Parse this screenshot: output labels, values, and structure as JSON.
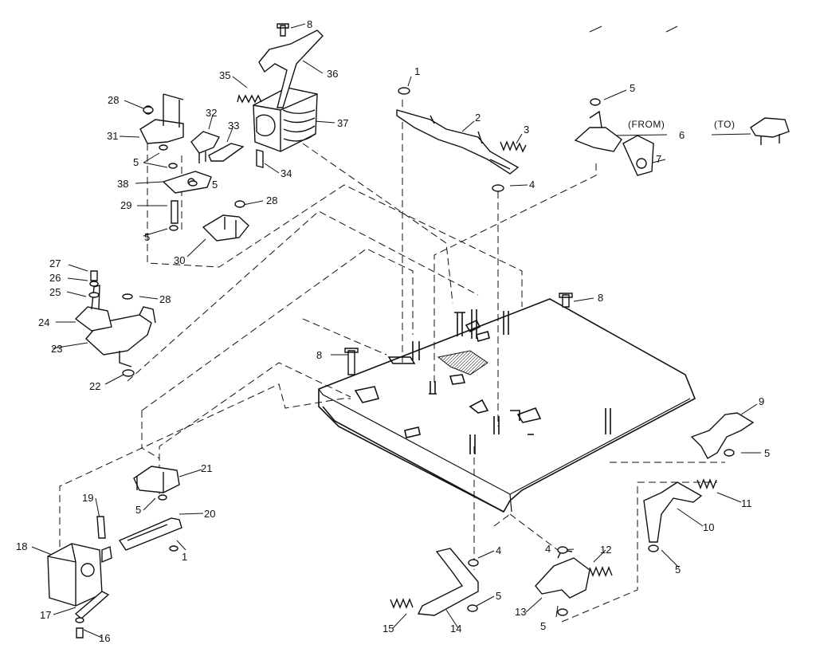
{
  "labels": {
    "callout_1a": "1",
    "callout_2": "2",
    "callout_3": "3",
    "callout_4a": "4",
    "callout_5a": "5",
    "callout_6": "6",
    "callout_7": "7",
    "callout_8a": "8",
    "callout_8b": "8",
    "callout_8c": "8",
    "callout_9": "9",
    "callout_10": "10",
    "callout_11": "11",
    "callout_12": "12",
    "callout_13": "13",
    "callout_14": "14",
    "callout_15": "15",
    "callout_16": "16",
    "callout_17": "17",
    "callout_18": "18",
    "callout_19": "19",
    "callout_20": "20",
    "callout_21": "21",
    "callout_22": "22",
    "callout_23": "23",
    "callout_24": "24",
    "callout_25": "25",
    "callout_26": "26",
    "callout_27": "27",
    "callout_28a": "28",
    "callout_28b": "28",
    "callout_28c": "28",
    "callout_29": "29",
    "callout_30": "30",
    "callout_31": "31",
    "callout_32": "32",
    "callout_33": "33",
    "callout_34": "34",
    "callout_35": "35",
    "callout_36": "36",
    "callout_37": "37",
    "callout_38": "38",
    "callout_5b": "5",
    "callout_5c": "5",
    "callout_5d": "5",
    "callout_5e": "5",
    "callout_5f": "5",
    "callout_5g": "5",
    "callout_5h": "5",
    "callout_5i": "5",
    "callout_1b": "1",
    "callout_4b": "4",
    "callout_4c": "4",
    "from_note": "(FROM)",
    "to_note": "(TO)"
  }
}
